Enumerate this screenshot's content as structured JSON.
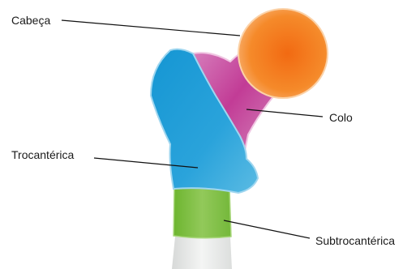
{
  "labels": {
    "head": "Cabeça",
    "neck": "Colo",
    "trochanteric": "Trocantérica",
    "subtrochanteric": "Subtrocantérica"
  },
  "colors": {
    "head": "#f07a1c",
    "neck": "#c2459a",
    "trochanteric": "#1f9fd6",
    "subtrochanteric": "#7cbf3c",
    "shaft": "#eceeed",
    "leader_line": "#111111"
  }
}
